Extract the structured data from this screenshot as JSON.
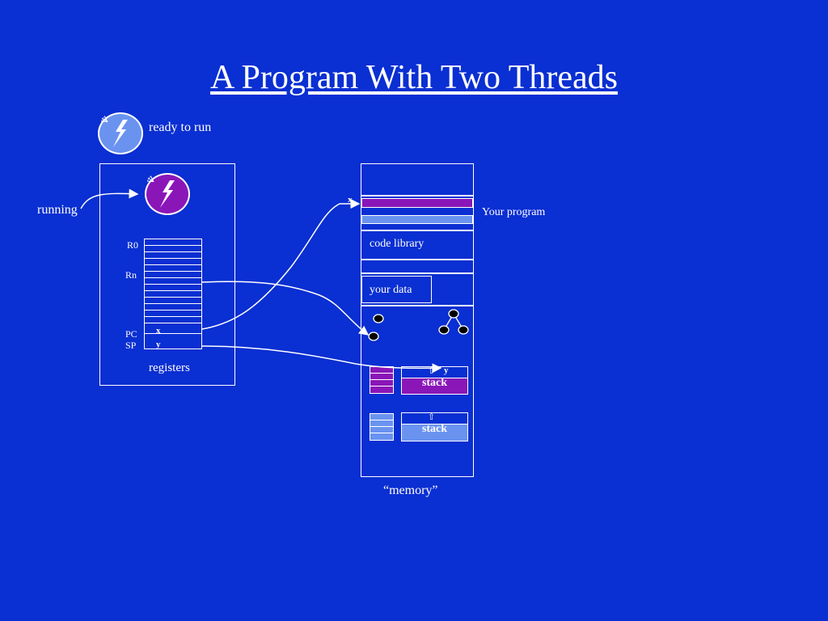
{
  "slide": {
    "title": "A Program With Two Threads"
  },
  "threads": {
    "ready_label": "ready to run",
    "running_label": "running",
    "ready_color": "#6a93f0",
    "running_color": "#8a16b8"
  },
  "registers": {
    "r0_label": "R0",
    "rn_label": "Rn",
    "pc_label": "PC",
    "sp_label": "SP",
    "pc_value": "x",
    "sp_value": "y",
    "caption": "registers"
  },
  "memory": {
    "caption": "“memory”",
    "your_program_label": "Your program",
    "code_library_label": "code library",
    "your_data_label": "your data",
    "x_marker": "x",
    "stack1": {
      "label": "stack",
      "arrow": "⇧",
      "pointer": "y",
      "color": "#8a16b8"
    },
    "stack2": {
      "label": "stack",
      "arrow": "⇧",
      "color": "#6a93f0"
    }
  },
  "icons": [
    "lightning-bolt-icon",
    "lightning-bolt-icon"
  ]
}
